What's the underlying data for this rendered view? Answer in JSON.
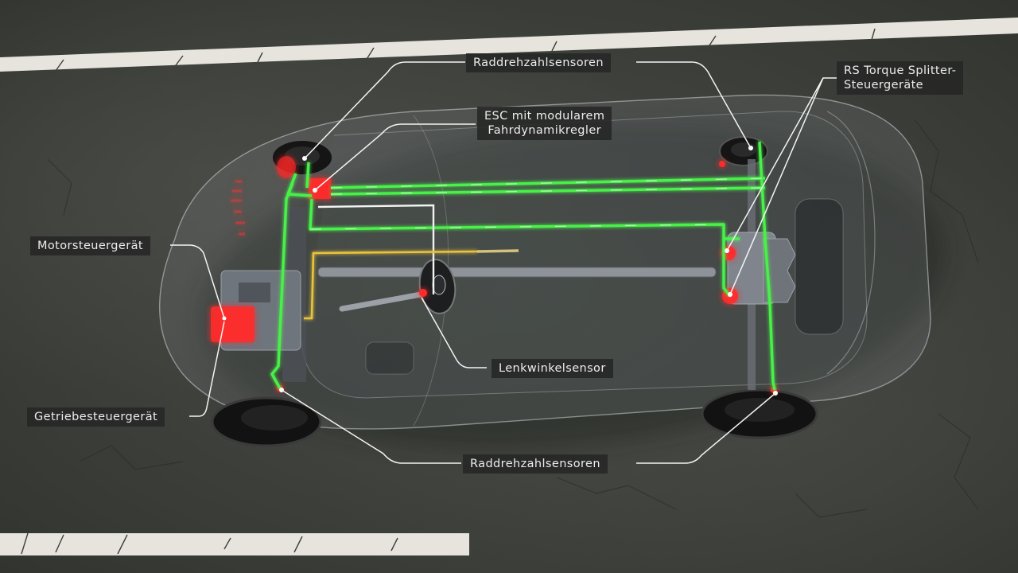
{
  "diagram": {
    "subject": "Car chassis electronics overlay on asphalt road",
    "colors": {
      "asphalt": "#3f413d",
      "road_marking": "#e6e4dc",
      "can_bus_green": "#49f04a",
      "signal_white": "#f2f2f2",
      "signal_yellow": "#e9c33a",
      "control_unit_red": "#ff2a2a",
      "label_bg": "#262725",
      "label_text": "#ececec",
      "leader_line": "#f4f4f4"
    },
    "labels": [
      {
        "id": "wheel-speed-sensors-top",
        "text": "Raddrehzahlsensoren"
      },
      {
        "id": "esc",
        "line1": "ESC mit modularem",
        "line2": "Fahrdynamikregler"
      },
      {
        "id": "torque-splitter",
        "line1": "RS Torque Splitter-",
        "line2": "Steuergeräte"
      },
      {
        "id": "engine-ecu",
        "text": "Motorsteuergerät"
      },
      {
        "id": "transmission-ecu",
        "text": "Getriebesteuergerät"
      },
      {
        "id": "steering-angle-sensor",
        "text": "Lenkwinkelsensor"
      },
      {
        "id": "wheel-speed-sensors-bottom",
        "text": "Raddrehzahlsensoren"
      }
    ]
  }
}
